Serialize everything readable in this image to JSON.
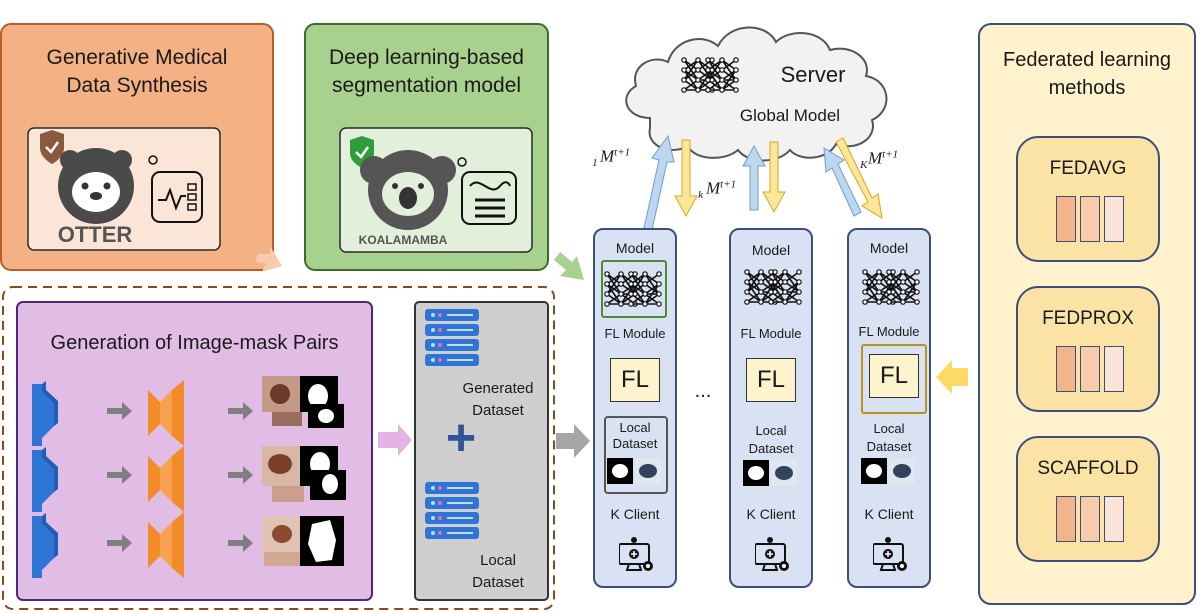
{
  "colors": {
    "orange_panel": "#f4b183",
    "green_panel": "#a9d18e",
    "purple_panel": "#e1bde6",
    "grey_panel": "#cfcfcf",
    "client_blue": "#d9e2f3",
    "yellow_panel": "#fff2cc",
    "method_box": "#fbe3a6",
    "encoder_blue": "#2e75d6",
    "decoder_orange": "#f28c28"
  },
  "synthesis": {
    "title_line1": "Generative Medical",
    "title_line2": "Data Synthesis",
    "logo_text": "OTTER"
  },
  "segmentation": {
    "title_line1": "Deep learning-based",
    "title_line2": "segmentation model",
    "logo_text": "KOALAMAMBA"
  },
  "pairs": {
    "title": "Generation of Image-mask Pairs"
  },
  "datasets": {
    "generated_line1": "Generated",
    "generated_line2": "Dataset",
    "plus": "+",
    "local_line1": "Local",
    "local_line2": "Dataset"
  },
  "server": {
    "label": "Server",
    "global_model": "Global Model"
  },
  "messages": {
    "m1_base": "M",
    "m1_sup": "t+1",
    "m1_sub": "1",
    "mk_base": "M",
    "mk_sup": "t+1",
    "mk_sub": "k",
    "mK_base": "M",
    "mK_sup": "t+1",
    "mK_sub": "K"
  },
  "clients": [
    {
      "model": "Model",
      "fl_module": "FL Module",
      "fl": "FL",
      "local_line1": "Local",
      "local_line2": "Dataset",
      "k_client": "K Client"
    },
    {
      "model": "Model",
      "fl_module": "FL Module",
      "fl": "FL",
      "local_line1": "Local",
      "local_line2": "Dataset",
      "k_client": "K Client"
    },
    {
      "model": "Model",
      "fl_module": "FL Module",
      "fl": "FL",
      "local_line1": "Local",
      "local_line2": "Dataset",
      "k_client": "K Client"
    }
  ],
  "ellipsis": "...",
  "federated": {
    "title_line1": "Federated learning",
    "title_line2": "methods",
    "methods": [
      "FEDAVG",
      "FEDPROX",
      "SCAFFOLD"
    ]
  }
}
